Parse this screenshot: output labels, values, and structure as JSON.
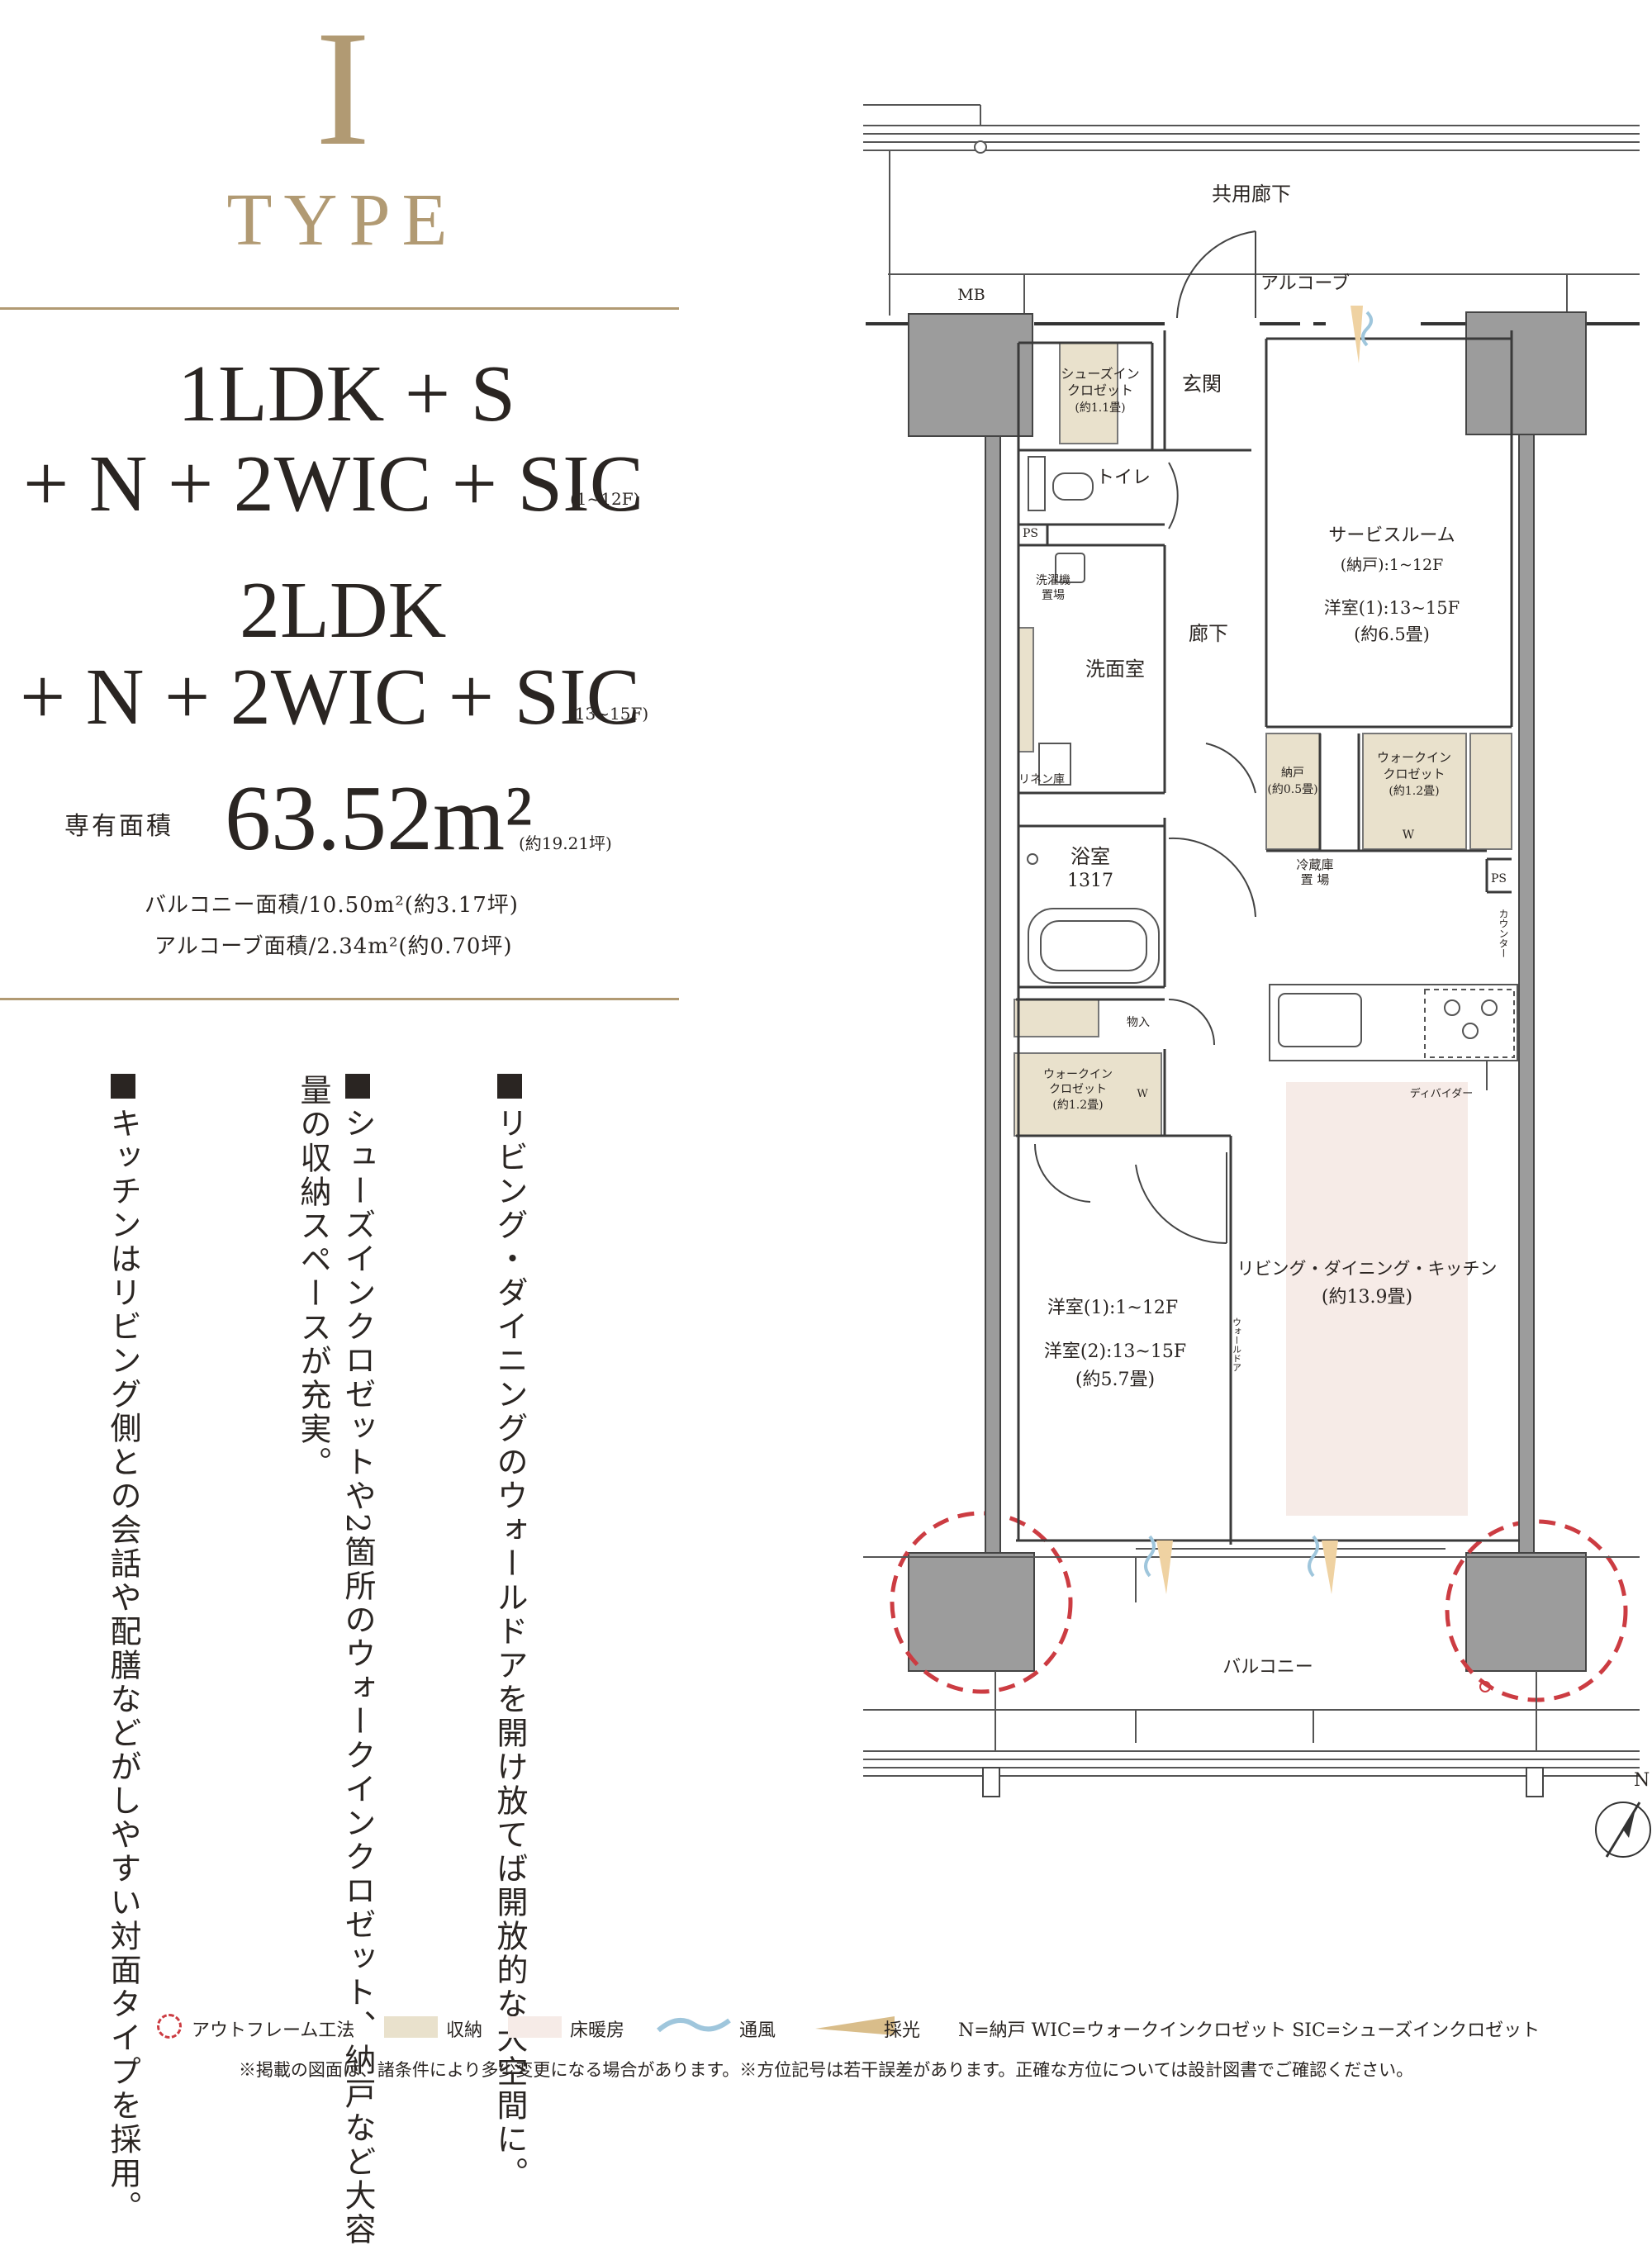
{
  "header": {
    "type_letter": "I",
    "type_word": "TYPE",
    "plan_a": {
      "line1": "1LDK + S",
      "line2": "+ N + 2WIC + SIC",
      "floors": "(1~12F)"
    },
    "plan_b": {
      "line1": "2LDK",
      "line2": "+ N + 2WIC + SIC",
      "floors": "(13~15F)"
    },
    "area_label": "専有面積",
    "area_value": "63.52m²",
    "area_tsubo": "(約19.21坪)",
    "balcony_area": "バルコニー面積/10.50m²(約3.17坪)",
    "alcove_area": "アルコーブ面積/2.34m²(約0.70坪)"
  },
  "features": [
    {
      "text": "リビング・ダイニングのウォールドアを開け放てば開放的な大空間に。"
    },
    {
      "text": "シューズインクロゼットや2箇所のウォークインクロゼット、納戸など大容量の収納スペースが充実。"
    },
    {
      "text": "キッチンはリビング側との会話や配膳などがしやすい対面タイプを採用。"
    }
  ],
  "floorplan": {
    "corridor": "共用廊下",
    "alcove": "アルコーブ",
    "mb": "MB",
    "sic": [
      "シューズイン",
      "クロゼット",
      "(約1.1畳)"
    ],
    "entrance": "玄関",
    "toilet": "トイレ",
    "ps": "PS",
    "washer": [
      "洗濯機",
      "置場"
    ],
    "washroom": "洗面室",
    "hallway": "廊下",
    "linen": "リネン庫",
    "bath": [
      "浴室",
      "1317"
    ],
    "service_room": [
      "サービスルーム",
      "(納戸):1~12F",
      "洋室(1):13~15F",
      "(約6.5畳)"
    ],
    "nando": [
      "納戸",
      "(約0.5畳)"
    ],
    "wic1": [
      "ウォークイン",
      "クロゼット",
      "(約1.2畳)"
    ],
    "w": "W",
    "fridge": [
      "冷蔵庫",
      "置 場"
    ],
    "counter": "カウンター",
    "storage": "物入",
    "wic2": [
      "ウォークイン",
      "クロゼット",
      "(約1.2畳)"
    ],
    "divider": "ディバイダー",
    "ldk": [
      "リビング・ダイニング・キッチン",
      "(約13.9畳)"
    ],
    "western_room": [
      "洋室(1):1~12F",
      "洋室(2):13~15F",
      "(約5.7畳)"
    ],
    "wall_door": "ウォールドア",
    "balcony": "バルコニー",
    "compass": "N"
  },
  "legend": {
    "outframe": "アウトフレーム工法",
    "storage": "収納",
    "floor_heating": "床暖房",
    "ventilation": "通風",
    "daylight": "採光",
    "abbrev": "N=納戸  WIC=ウォークインクロゼット  SIC=シューズインクロゼット"
  },
  "disclaimer": "※掲載の図面は、諸条件により多少変更になる場合があります。※方位記号は若干誤差があります。正確な方位については設計図書でご確認ください。",
  "colors": {
    "gold": "#b19a73",
    "storage_fill": "#e9e1cc",
    "floor_heating_fill": "#f6ebe7",
    "pillar": "#9c9c9c",
    "outframe_dash": "#cc3c42",
    "vent": "#9fc6dc",
    "light": "#efd2a2"
  }
}
